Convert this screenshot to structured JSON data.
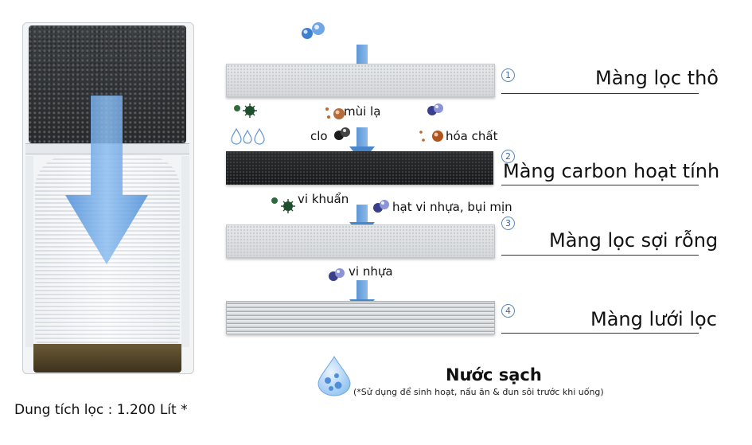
{
  "layers": [
    {
      "number": "1",
      "label": "Màng lọc thô"
    },
    {
      "number": "2",
      "label": "Màng carbon hoạt tính"
    },
    {
      "number": "3",
      "label": "Màng lọc sợi rỗng"
    },
    {
      "number": "4",
      "label": "Màng lưới lọc"
    }
  ],
  "contaminants": {
    "odor": "mùi lạ",
    "chlorine": "clo",
    "chemicals": "hóa chất",
    "bacteria": "vi khuẩn",
    "microplastic_dust": "hạt vi nhựa, bụi mịn",
    "microplastic": "vi nhựa"
  },
  "result": {
    "title": "Nước sạch",
    "note": "(*Sử dụng để sinh hoạt, nấu ăn & đun sôi trước khi uống)"
  },
  "capacity": "Dung tích lọc : 1.200 Lít *",
  "colors": {
    "flow_arrow": "#4a86cc",
    "number_badge": "#3a6aa0",
    "carbon": "#1c1d1f"
  }
}
